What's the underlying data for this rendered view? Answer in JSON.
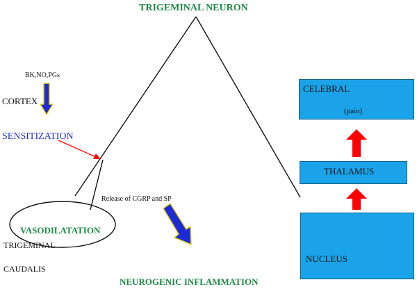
{
  "title": "TRIGEMINAL NEURON",
  "bottom_title": "NEUROGENIC INFLAMMATION",
  "left": {
    "mediators": "BK,NO,PGs",
    "cortex": "CORTEX",
    "sensitization": "SENSITIZATION",
    "vasodilatation": "VASODILATATION",
    "trigeminal": "TRIGEMINAL",
    "caudalis": "CAUDALIS"
  },
  "release_label": "Release of CGRP and SP",
  "right_boxes": {
    "cerebral": "CELEBRAL",
    "pain": "(pain)",
    "thalamus": "THALAMUS",
    "nucleus": "NUCLEUS"
  },
  "colors": {
    "box_fill": "#1aa3e8",
    "green_text": "#1e8a46",
    "blue_text": "#2233cc",
    "arrow_blue": "#1c2bd6",
    "arrow_outline": "#e8d21a",
    "arrow_red": "#ff0000"
  },
  "icons": [
    "down-arrow-icon",
    "up-arrow-icon",
    "pointer-arrow-icon"
  ]
}
